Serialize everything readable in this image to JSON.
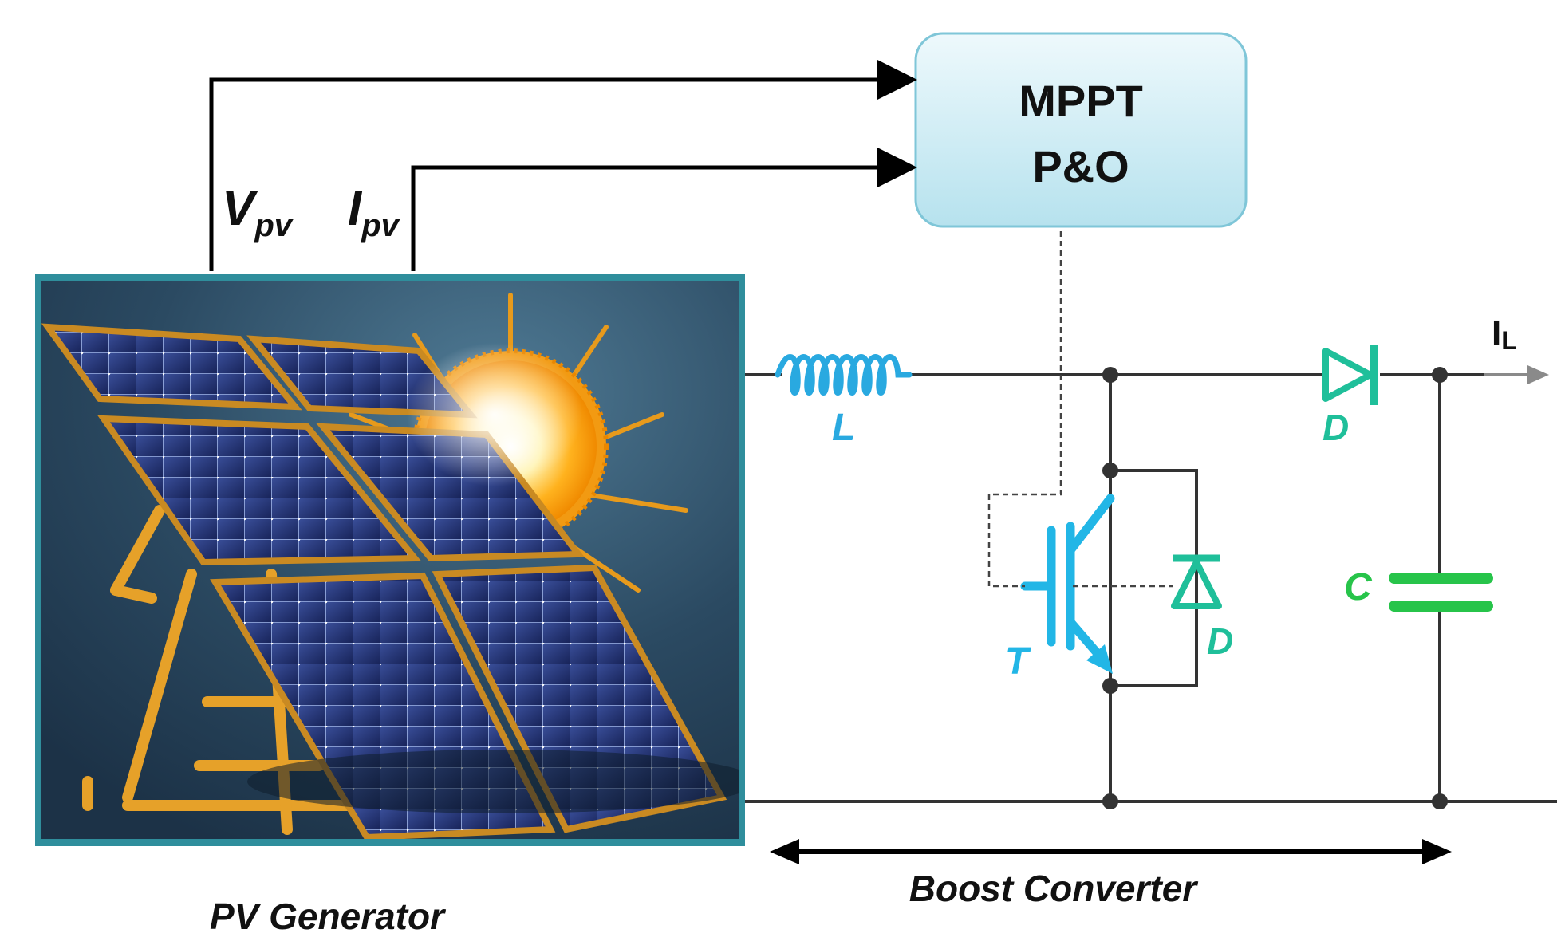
{
  "mppt_block": {
    "line1": "MPPT",
    "line2": "P&O"
  },
  "signals": {
    "voltage": {
      "main": "V",
      "sub": "pv"
    },
    "current": {
      "main": "I",
      "sub": "pv"
    }
  },
  "components": {
    "inductor": "L",
    "series_diode": "D",
    "transistor": "T",
    "antiparallel_diode": "D",
    "capacitor": "C",
    "output_current": {
      "main": "I",
      "sub": "L"
    }
  },
  "captions": {
    "pv_generator": "PV Generator",
    "boost_converter": "Boost Converter"
  },
  "colors": {
    "panel_border": "#2f8e9c",
    "mppt_fill_top": "#e6f6fb",
    "mppt_fill_bottom": "#b9e4ef",
    "mppt_border": "#7fc6d8",
    "inductor": "#29a9e0",
    "transistor": "#22b6e6",
    "diode": "#1fbf9a",
    "capacitor": "#27c44a",
    "wire": "#333333"
  }
}
